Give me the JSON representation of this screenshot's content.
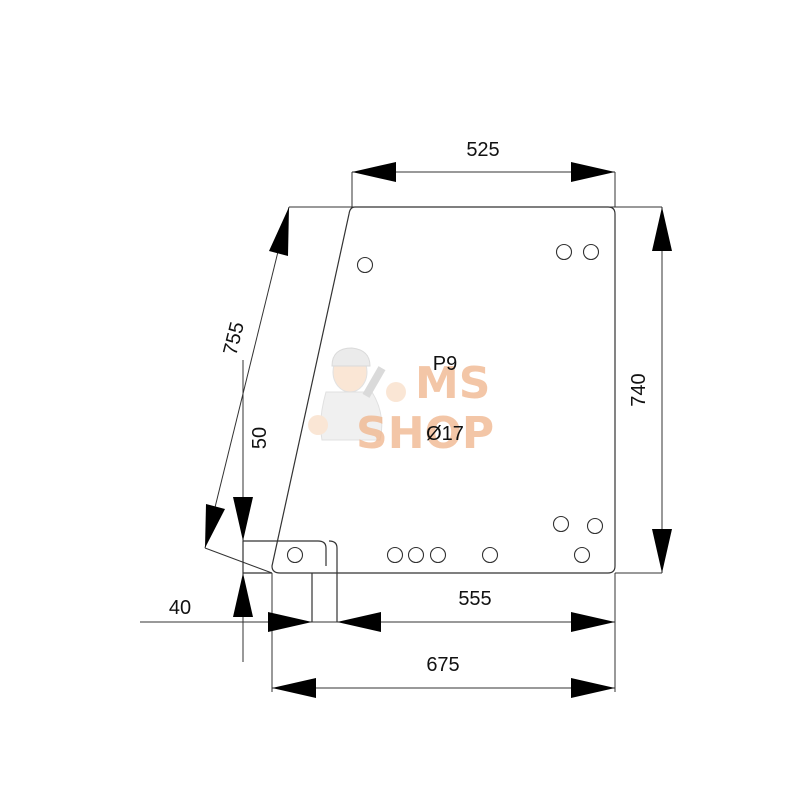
{
  "drawing": {
    "dimensions": {
      "top_width": "525",
      "right_height": "740",
      "slanted_edge": "755",
      "notch_height": "50",
      "left_offset": "40",
      "bottom_width": "555",
      "overall_width": "675"
    },
    "panel_code": "P9",
    "hole_diameter": "Ø17"
  },
  "watermark": {
    "line1": "MS",
    "line2": "SHOP"
  }
}
